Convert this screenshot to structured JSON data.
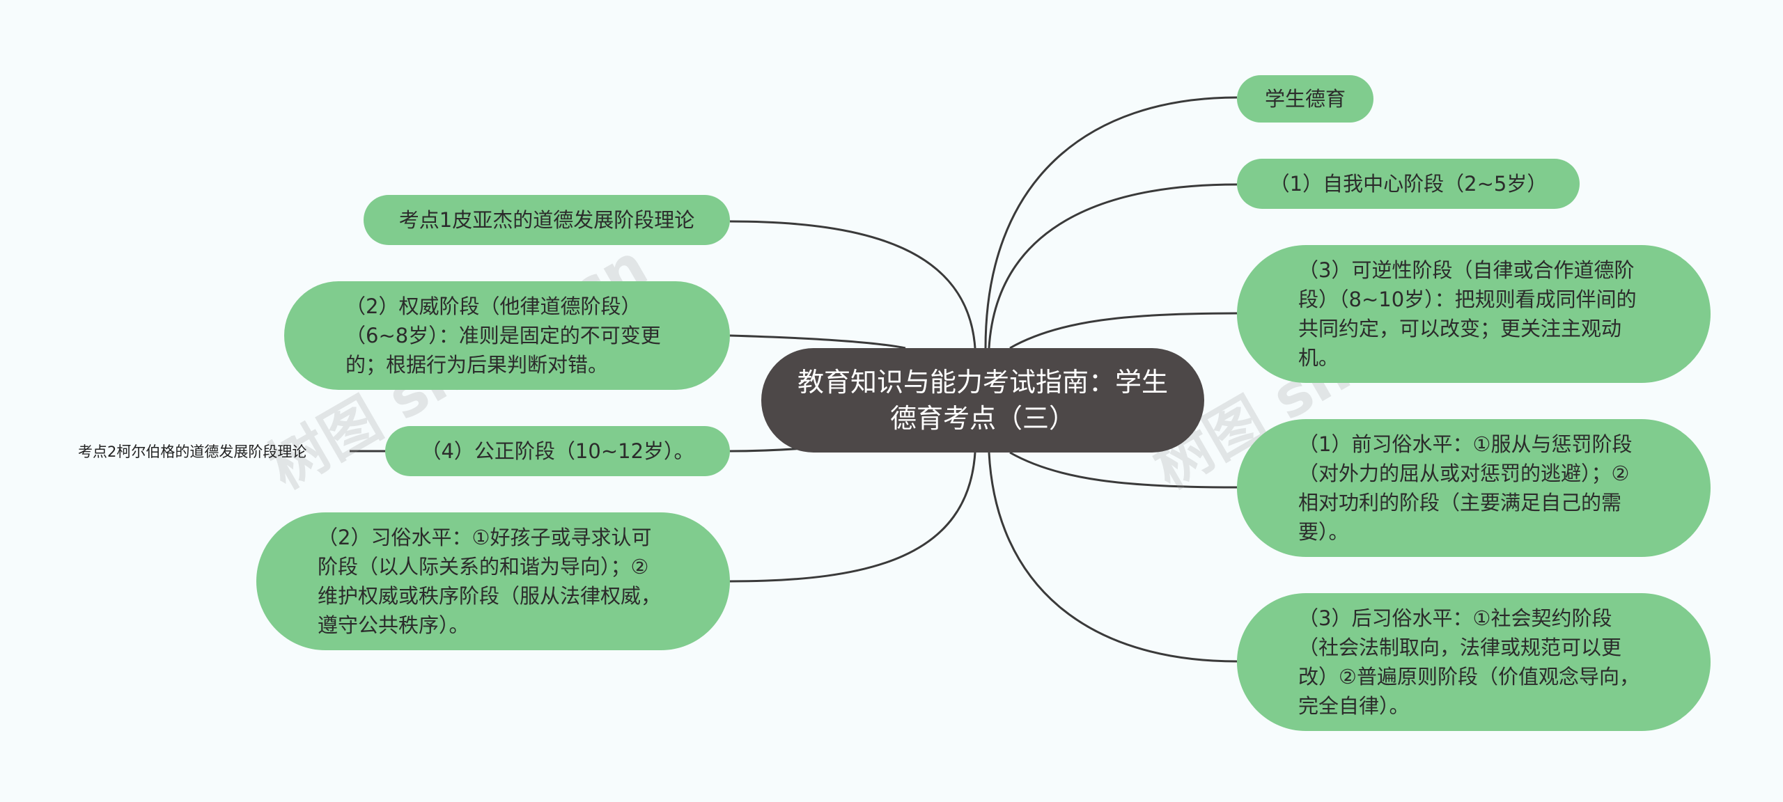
{
  "center": {
    "title": "教育知识与能力考试指南：学生德育考点（三）"
  },
  "right": [
    {
      "text": "学生德育"
    },
    {
      "text": "（1）自我中心阶段（2~5岁）"
    },
    {
      "text": "（3）可逆性阶段（自律或合作道德阶段）（8~10岁）：把规则看成同伴间的共同约定，可以改变；更关注主观动机。"
    },
    {
      "text": "（1）前习俗水平：①服从与惩罚阶段（对外力的屈从或对惩罚的逃避）；②相对功利的阶段（主要满足自己的需要）。"
    },
    {
      "text": "（3）后习俗水平：①社会契约阶段（社会法制取向，法律或规范可以更改）②普遍原则阶段（价值观念导向，完全自律）。"
    }
  ],
  "left": [
    {
      "text": "考点1皮亚杰的道德发展阶段理论"
    },
    {
      "text": "（2）权威阶段（他律道德阶段）（6~8岁）：准则是固定的不可变更的；根据行为后果判断对错。"
    },
    {
      "text": "（4）公正阶段（10~12岁）。"
    },
    {
      "text": "（2）习俗水平：①好孩子或寻求认可阶段（以人际关系的和谐为导向）；②维护权威或秩序阶段（服从法律权威，遵守公共秩序）。"
    }
  ],
  "side_label": {
    "text": "考点2柯尔伯格的道德发展阶段理论"
  },
  "watermark": {
    "text": "树图 shutu.cn"
  },
  "colors": {
    "node": "#80cc8e",
    "center": "#4d4848",
    "line": "#3a3a3a",
    "background": "#f7fcfd"
  }
}
